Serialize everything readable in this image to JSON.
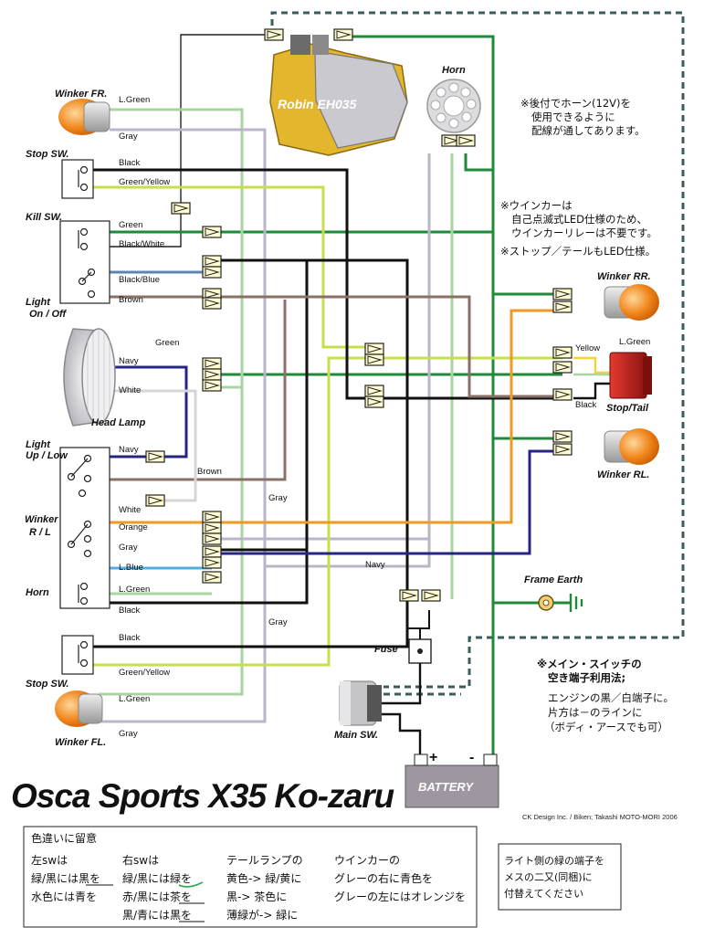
{
  "engine": {
    "label": "Robin EH035"
  },
  "components": {
    "horn": "Horn",
    "winker_fr": "Winker FR.",
    "stop_sw_top": "Stop SW.",
    "kill_sw": "Kill SW.",
    "light_onoff_1": "Light",
    "light_onoff_2": "On / Off",
    "head_lamp": "Head Lamp",
    "light_uplow_1": "Light",
    "light_uplow_2": "Up / Low",
    "winker_rl_sw_1": "Winker",
    "winker_rl_sw_2": "R / L",
    "horn_sw": "Horn",
    "stop_sw_bottom": "Stop SW.",
    "winker_fl": "Winker FL.",
    "winker_rr": "Winker RR.",
    "stop_tail": "Stop/Tail",
    "winker_rl": "Winker RL.",
    "frame_earth": "Frame Earth",
    "fuse": "Fuse",
    "main_sw": "Main SW.",
    "battery": "BATTERY",
    "plus": "+",
    "minus": "-"
  },
  "wire_labels": {
    "fr_lgreen": "L.Green",
    "fr_gray": "Gray",
    "stop_black": "Black",
    "stop_gy": "Green/Yellow",
    "kill_green": "Green",
    "kill_bw": "Black/White",
    "light_bb": "Black/Blue",
    "light_brown": "Brown",
    "hl_green": "Green",
    "hl_navy": "Navy",
    "hl_white": "White",
    "ul_navy": "Navy",
    "ul_brown": "Brown",
    "ul_white": "White",
    "gray_a": "Gray",
    "w_orange": "Orange",
    "w_gray": "Gray",
    "w_lblue": "L.Blue",
    "navy_mid": "Navy",
    "h_lgreen": "L.Green",
    "h_black": "Black",
    "gray_b": "Gray",
    "sb_black": "Black",
    "sb_gy": "Green/Yellow",
    "fl_lgreen": "L.Green",
    "fl_gray": "Gray",
    "st_yellow": "Yellow",
    "st_lgreen": "L.Green",
    "st_black": "Black"
  },
  "notes": {
    "horn_note": [
      "※後付でホーン(12V)を",
      "使用できるように",
      "配線が通してあります。"
    ],
    "winker_note": [
      "※ウインカーは",
      "自己点滅式LED仕様のため、",
      "ウインカーリレーは不要です。"
    ],
    "stop_note": [
      "※ストップ／テールもLED仕様。"
    ],
    "main_note_title": [
      "※メイン・スイッチの",
      "空き端子利用法;"
    ],
    "main_note_body": [
      "エンジンの黒／白端子に。",
      "片方は－のラインに",
      "（ボディ・アースでも可）"
    ]
  },
  "title": "Osca Sports X35 Ko-zaru",
  "credit": "CK Design Inc. / Biken; Takashi MOTO-MORI 2006",
  "notice_box": {
    "heading": "色違いに留意",
    "col1": [
      "左swは",
      "緑/黒には黒を",
      "水色には青を"
    ],
    "col2": [
      "右swは",
      "緑/黒には緑を",
      "赤/黒には茶を",
      "黒/青には黒を"
    ],
    "col3": [
      "テールランプの",
      "黄色-> 緑/黄に",
      "黒-> 茶色に",
      "薄緑が-> 緑に"
    ],
    "col4": [
      "ウインカーの",
      "グレーの右に青色を",
      "グレーの左にはオレンジを"
    ]
  },
  "side_box": [
    "ライト側の緑の端子を",
    "メスの二又(同梱)に",
    "付替えてください"
  ],
  "colors": {
    "lgreen": "#a9d6a0",
    "gray": "#b9b6c8",
    "black": "#111111",
    "green": "#1e8a3a",
    "greenyellow": "#c8df4d",
    "brown": "#8a7168",
    "navy": "#262680",
    "orange": "#ef9a22",
    "lblue": "#53aee0",
    "yellow": "#f2d531"
  }
}
